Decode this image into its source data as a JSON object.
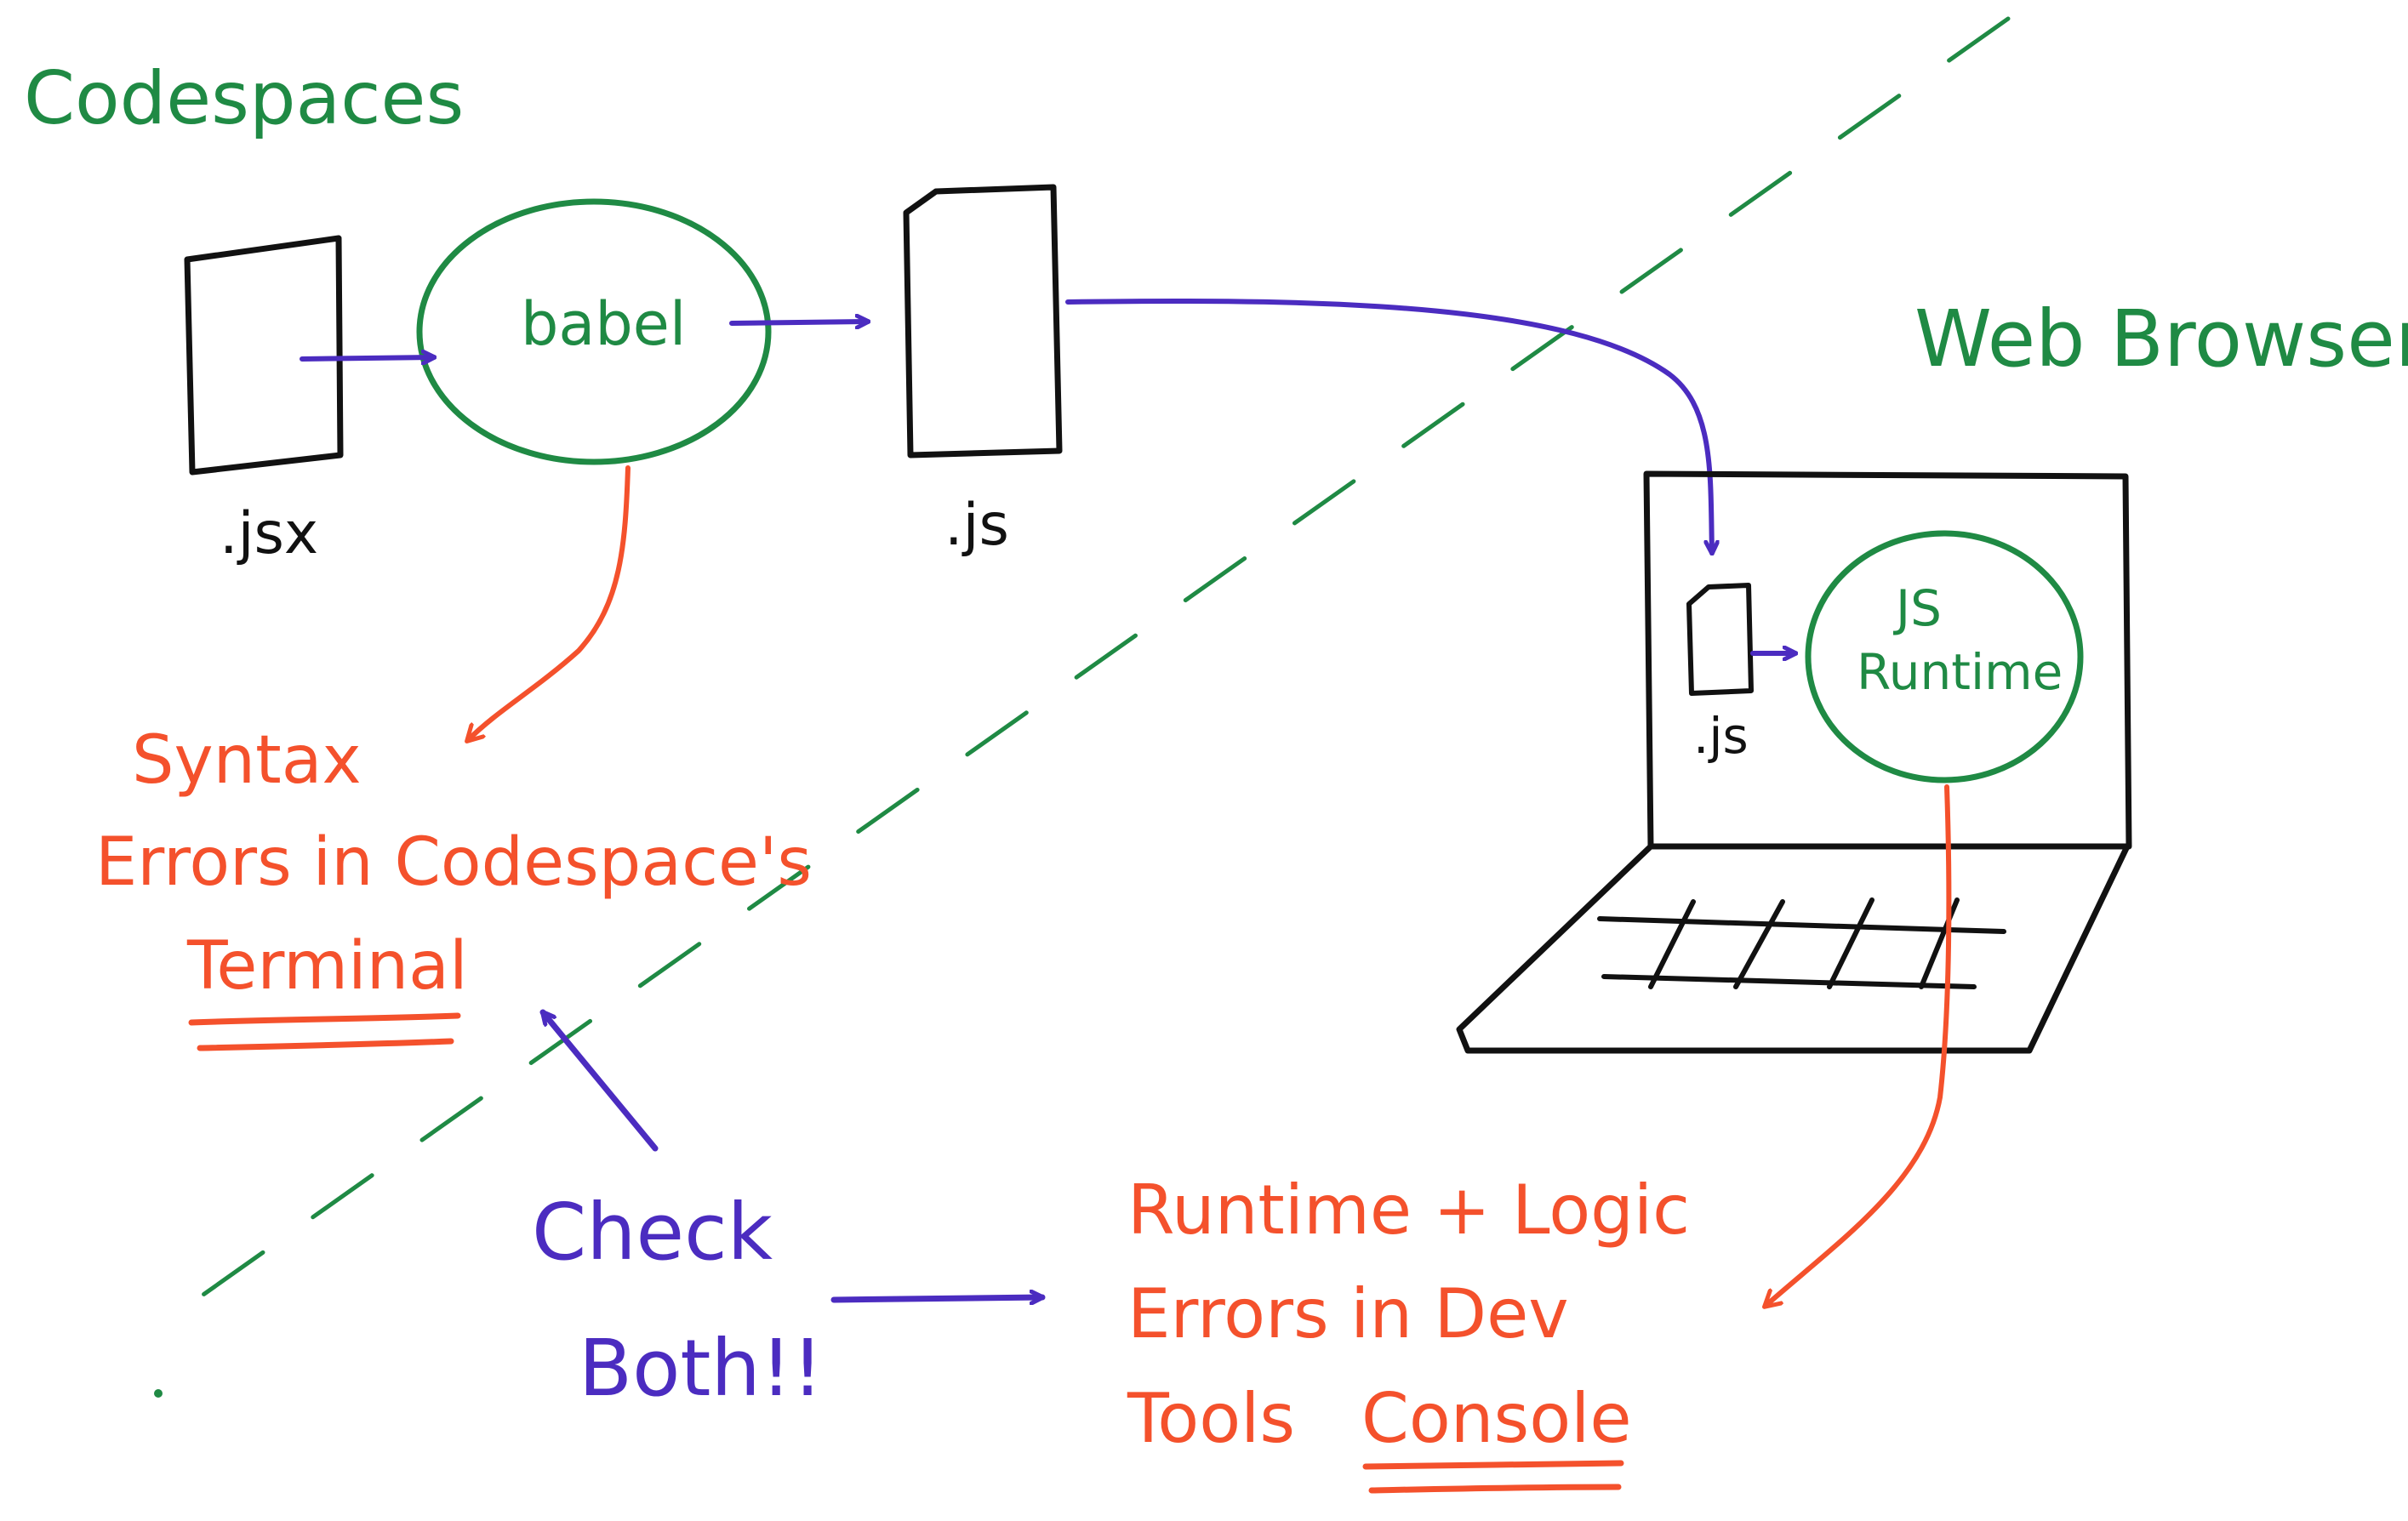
{
  "regions": {
    "left_label": "Codespaces",
    "right_label": "Web Browser"
  },
  "nodes": {
    "jsx_file_label": ".jsx",
    "babel_label": "babel",
    "js_file_label": ".js",
    "browser_js_file_label": ".js",
    "runtime_line1": "JS",
    "runtime_line2": "Runtime"
  },
  "notes": {
    "syntax_line1": "Syntax",
    "syntax_line2": "Errors in Codespace's",
    "syntax_line3": "Terminal",
    "runtime_line1": "Runtime + Logic",
    "runtime_line2": "Errors in Dev",
    "runtime_line3_part1": "Tools",
    "runtime_line3_part2": "Console",
    "check_line1": "Check",
    "check_line2": "Both!!"
  },
  "colors": {
    "black": "#111111",
    "green": "#1f8a44",
    "purple": "#4b2cc0",
    "red": "#f4512c"
  }
}
